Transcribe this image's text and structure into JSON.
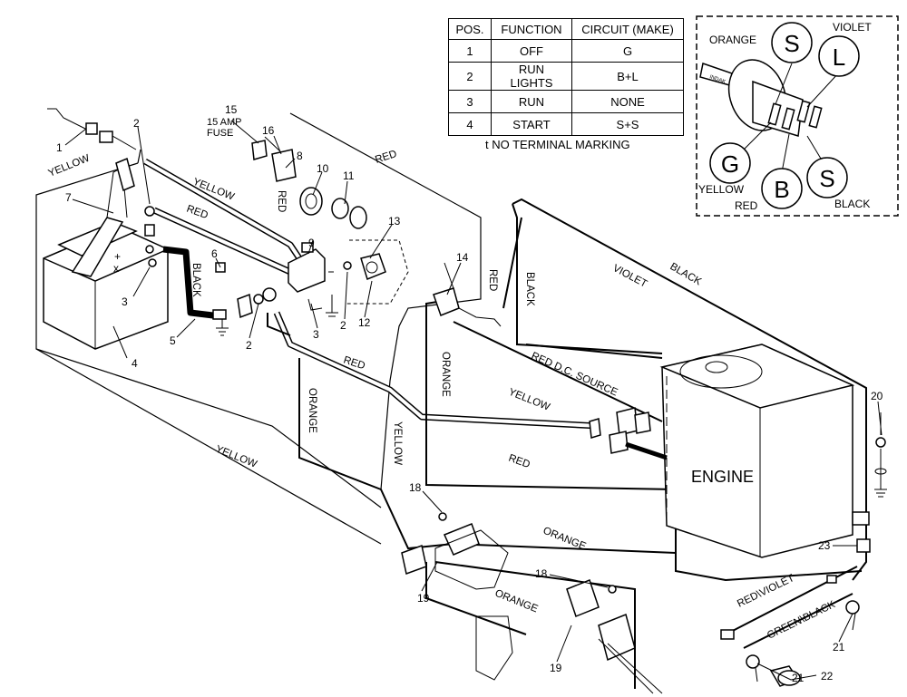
{
  "table": {
    "headers": [
      "POS.",
      "FUNCTION",
      "CIRCUIT  (MAKE)"
    ],
    "rows": [
      [
        "1",
        "OFF",
        "G"
      ],
      [
        "2",
        "RUN LIGHTS",
        "B+L"
      ],
      [
        "3",
        "RUN",
        "NONE"
      ],
      [
        "4",
        "START",
        "S+S"
      ]
    ],
    "note": "t  NO TERMINAL MARKING"
  },
  "switch_detail": {
    "terminals": [
      "S",
      "L",
      "G",
      "B",
      "S"
    ],
    "wire_labels": [
      "ORANGE",
      "VIOLET",
      "YELLOW",
      "RED",
      "BLACK"
    ],
    "key_brand": "INDAK"
  },
  "engine_label": "ENGINE",
  "wire_labels": {
    "yellow": "YELLOW",
    "red": "RED",
    "black": "BLACK",
    "orange": "ORANGE",
    "violet": "VIOLET",
    "red_dc_source": "RED  D.C. SOURCE",
    "red_violet": "RED\\VIOLET",
    "green_black": "GREEN\\BLACK"
  },
  "fuse_label": {
    "line1": "15 AMP",
    "line2": "FUSE"
  },
  "part_numbers": {
    "p1": "1",
    "p2a": "2",
    "p2b": "2",
    "p2c": "2",
    "p3a": "3",
    "p3b": "3",
    "p4": "4",
    "p5": "5",
    "p6": "6",
    "p7": "7",
    "p8": "8",
    "p9": "9",
    "p10": "10",
    "p11": "11",
    "p12": "12",
    "p13": "13",
    "p14": "14",
    "p15": "15",
    "p16": "16",
    "p18a": "18",
    "p18b": "18",
    "p19a": "19",
    "p19b": "19",
    "p20": "20",
    "p21a": "21",
    "p21b": "21",
    "p22": "22",
    "p23": "23"
  }
}
